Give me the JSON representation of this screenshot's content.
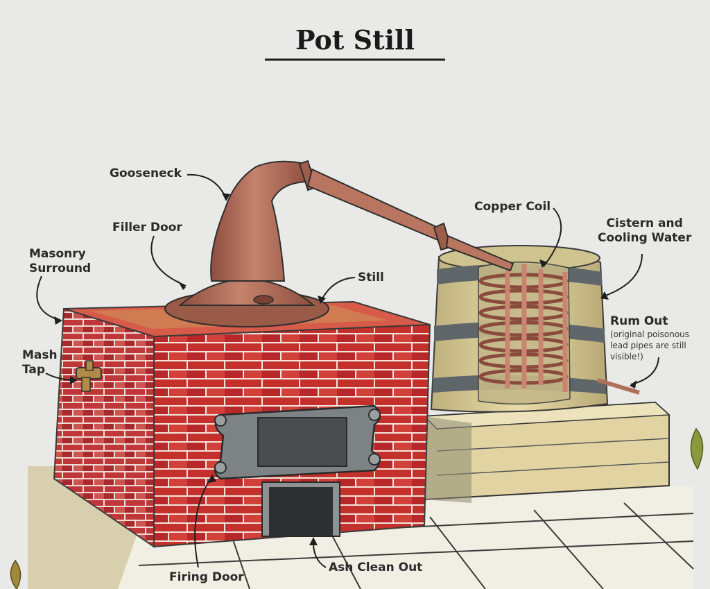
{
  "title": "Pot Still",
  "labels": {
    "gooseneck": "Gooseneck",
    "filler_door": "Filler Door",
    "masonry_surround_l1": "Masonry",
    "masonry_surround_l2": "Surround",
    "mash_tap_l1": "Mash",
    "mash_tap_l2": "Tap",
    "still": "Still",
    "copper_coil": "Copper Coil",
    "cistern_l1": "Cistern and",
    "cistern_l2": "Cooling Water",
    "rum_out": "Rum Out",
    "rum_out_note_l1": "(original poisonous",
    "rum_out_note_l2": "lead pipes are still",
    "rum_out_note_l3": "visible!)",
    "firing_door": "Firing Door",
    "ash_clean_out": "Ash Clean Out"
  },
  "colors": {
    "copper": "#b5725e",
    "brick_red": "#c4302c",
    "brick_tan": "#c9a15e",
    "stone": "#e6d8a8",
    "floor": "#dcd4ba",
    "iron": "#6e7375",
    "text": "#2a2a2a"
  }
}
